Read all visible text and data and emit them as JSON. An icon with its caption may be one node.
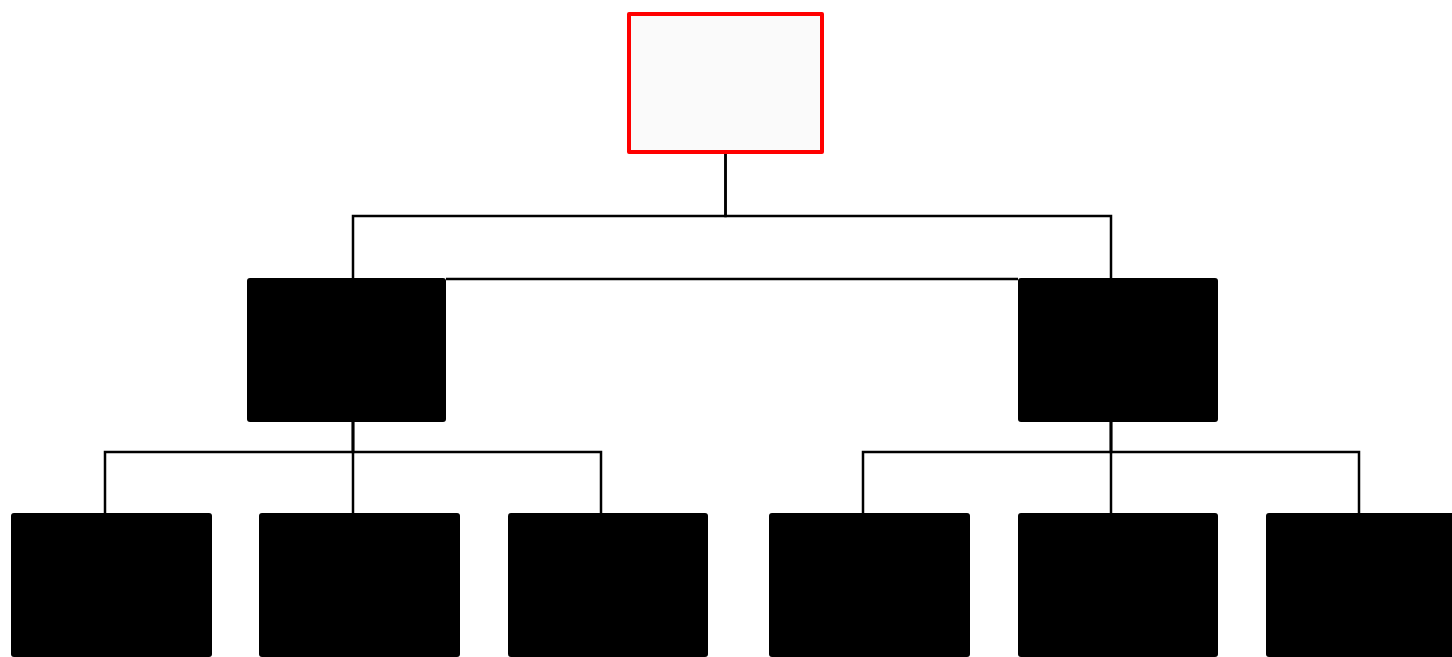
{
  "diagram": {
    "nodes": [
      {
        "text": [],
        "shape": "box"
      },
      {
        "text": [],
        "shape": "box"
      },
      {
        "text": [],
        "shape": "box"
      },
      {
        "text": [],
        "shape": "box"
      },
      {
        "text": [],
        "shape": "box"
      },
      {
        "text": [],
        "shape": "box"
      },
      {
        "text": [],
        "shape": "box"
      },
      {
        "text": [],
        "shape": "box"
      },
      {
        "text": [],
        "shape": "box"
      }
    ],
    "edges": [
      {
        "from": 0,
        "to": 1,
        "arrow": "none"
      },
      {
        "from": 0,
        "to": 2,
        "arrow": "none"
      },
      {
        "from": 1,
        "to": 2,
        "arrow": "none"
      },
      {
        "from": 1,
        "to": 3,
        "arrow": "none"
      },
      {
        "from": 1,
        "to": 4,
        "arrow": "none"
      },
      {
        "from": 1,
        "to": 5,
        "arrow": "none"
      },
      {
        "from": 2,
        "to": 6,
        "arrow": "none"
      },
      {
        "from": 2,
        "to": 7,
        "arrow": "none"
      },
      {
        "from": 2,
        "to": 8,
        "arrow": "none"
      }
    ]
  }
}
